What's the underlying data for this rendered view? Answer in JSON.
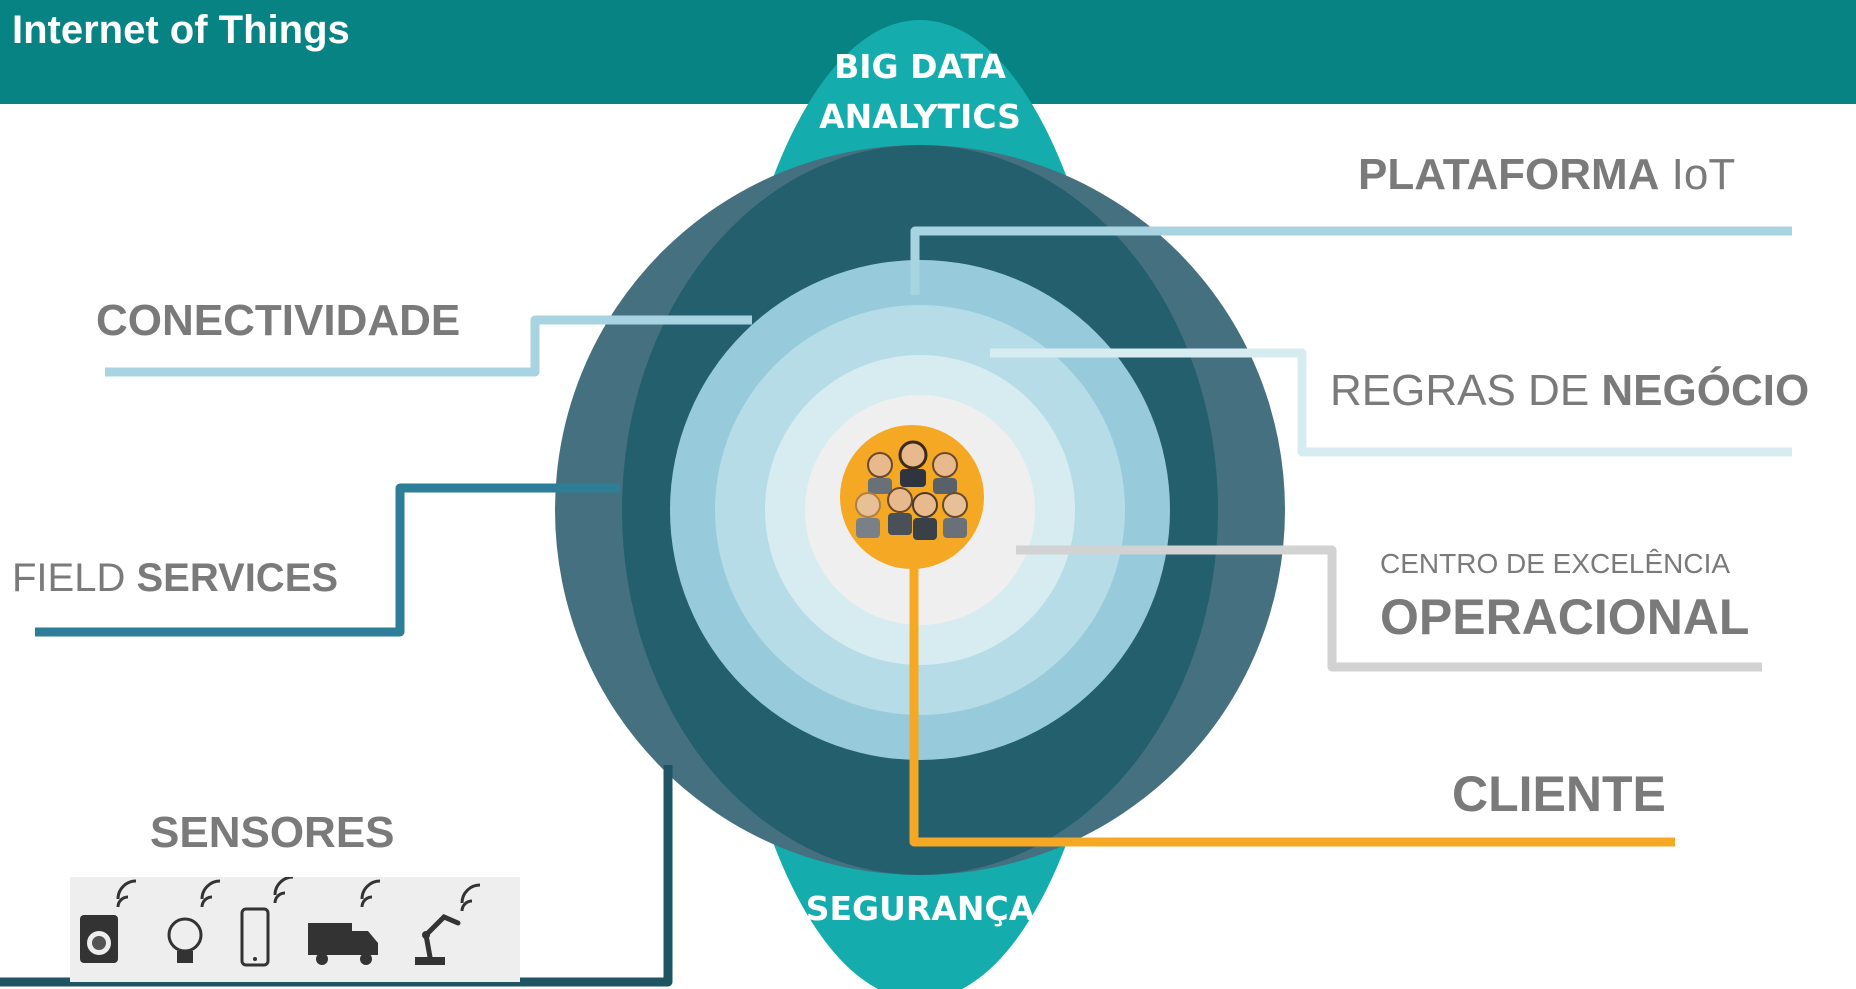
{
  "header": {
    "title": "Internet of Things"
  },
  "top_lobe": {
    "line1": "BIG DATA",
    "line2": "ANALYTICS"
  },
  "bottom_lobe": {
    "label": "SEGURANÇA"
  },
  "left_labels": {
    "conectividade": "CONECTIVIDADE",
    "field_plain": "FIELD ",
    "field_bold": "SERVICES",
    "sensores": "SENSORES"
  },
  "right_labels": {
    "plataforma_bold": "PLATAFORMA",
    "plataforma_plain": " IoT",
    "regras_plain": "REGRAS DE ",
    "regras_bold": "NEGÓCIO",
    "centro_small": "CENTRO DE EXCELÊNCIA",
    "operacional": "OPERACIONAL",
    "cliente": "CLIENTE"
  },
  "sensor_icons": [
    "washing-machine-icon",
    "light-bulb-icon",
    "smartphone-icon",
    "truck-icon",
    "robot-arm-icon"
  ],
  "colors": {
    "header": "#078384",
    "lobe": "#14acad",
    "outer_ring": "#447080",
    "dark_ring": "#235f6d",
    "inner_ring_1": "#97cbdc",
    "inner_ring_2": "#b6dce7",
    "inner_ring_3": "#d6ecf1",
    "core": "#efefef",
    "people_circle": "#f5a823",
    "cliente_line": "#f5a823",
    "field_line": "#2e7e98",
    "sensor_line": "#1f5563",
    "light_line": "#a8d4e2",
    "grey_line": "#d2d2d2"
  }
}
